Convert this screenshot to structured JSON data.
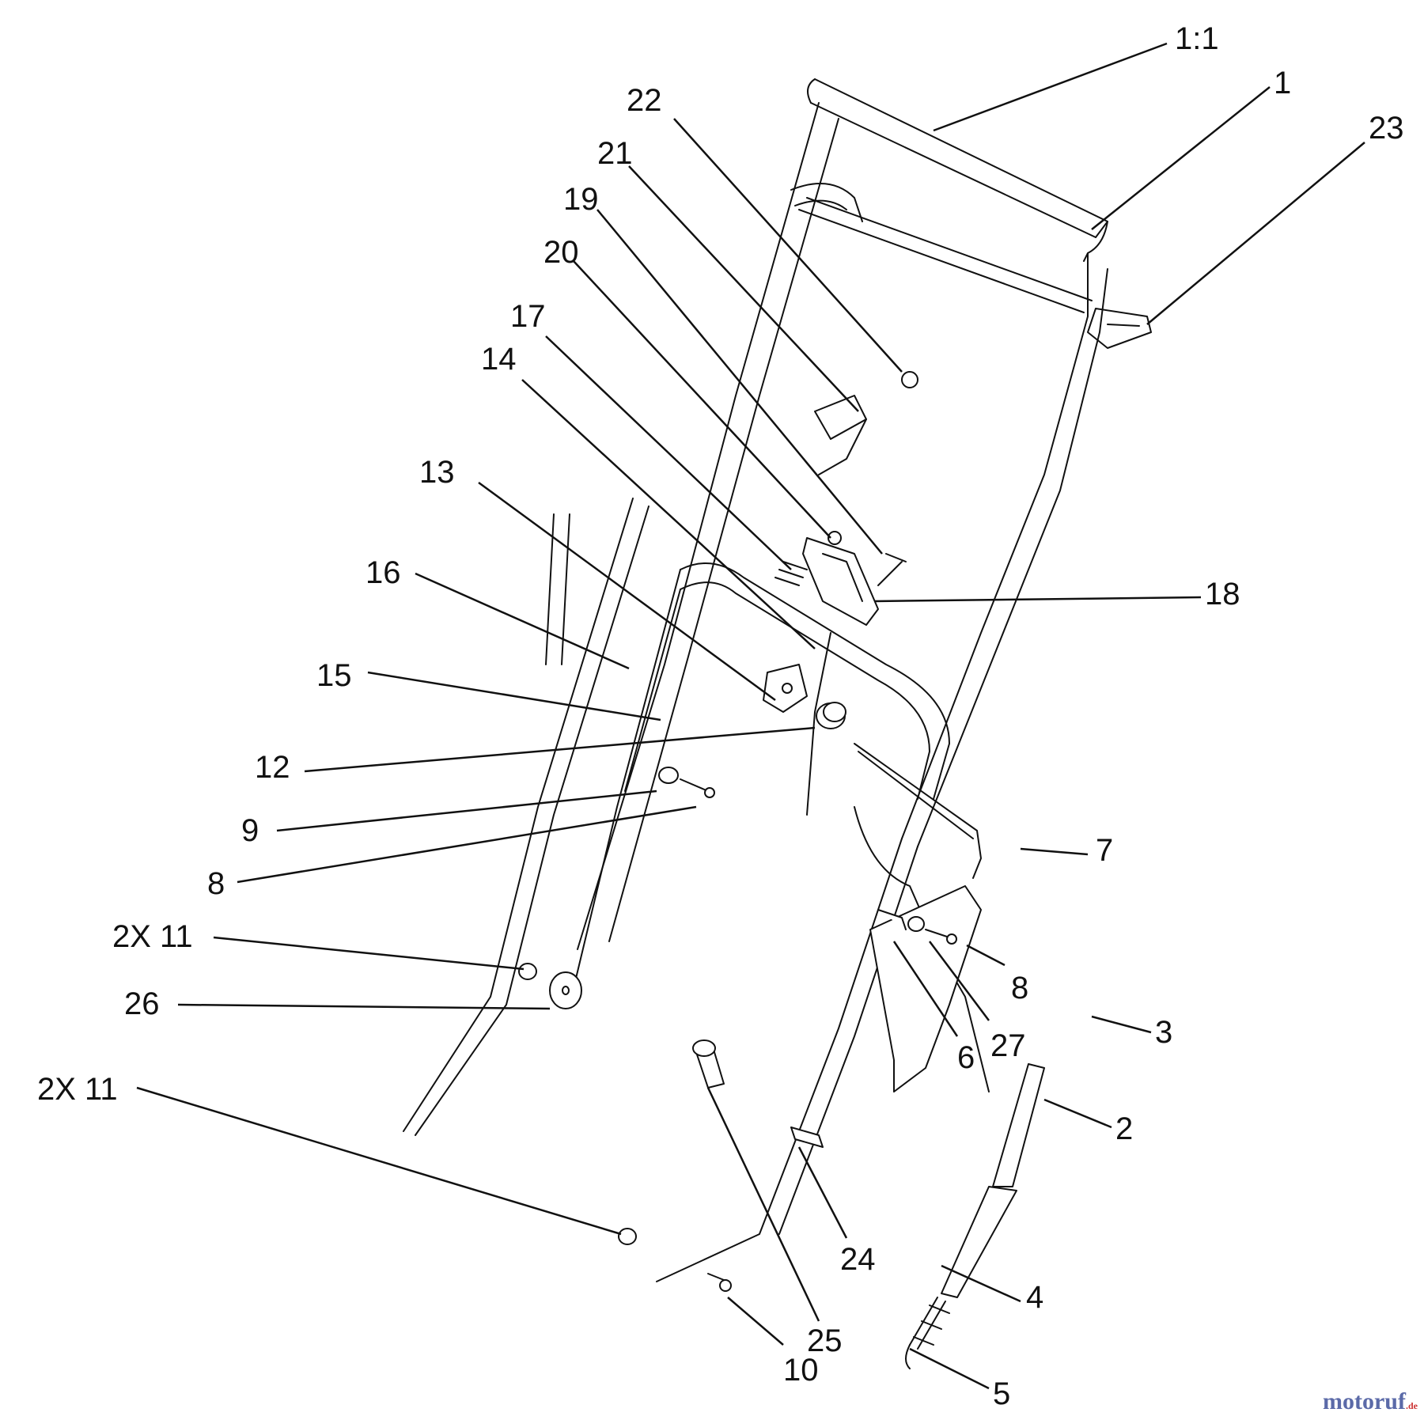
{
  "labels": {
    "l_1to1": "1:1",
    "l_1": "1",
    "l_23": "23",
    "l_22": "22",
    "l_21": "21",
    "l_19": "19",
    "l_20": "20",
    "l_17": "17",
    "l_14": "14",
    "l_13": "13",
    "l_16": "16",
    "l_18": "18",
    "l_15": "15",
    "l_12": "12",
    "l_9": "9",
    "l_8a": "8",
    "l_7": "7",
    "l_2x11a": "2X 11",
    "l_26": "26",
    "l_8b": "8",
    "l_27": "27",
    "l_6": "6",
    "l_3": "3",
    "l_2": "2",
    "l_2x11b": "2X 11",
    "l_24": "24",
    "l_4": "4",
    "l_25": "25",
    "l_10": "10",
    "l_5": "5"
  },
  "watermark": {
    "text": "motoruf",
    "ext": ".de"
  },
  "colors": {
    "line": "#111111",
    "part_fill": "#ffffff",
    "watermark": "#5b6aa8"
  }
}
